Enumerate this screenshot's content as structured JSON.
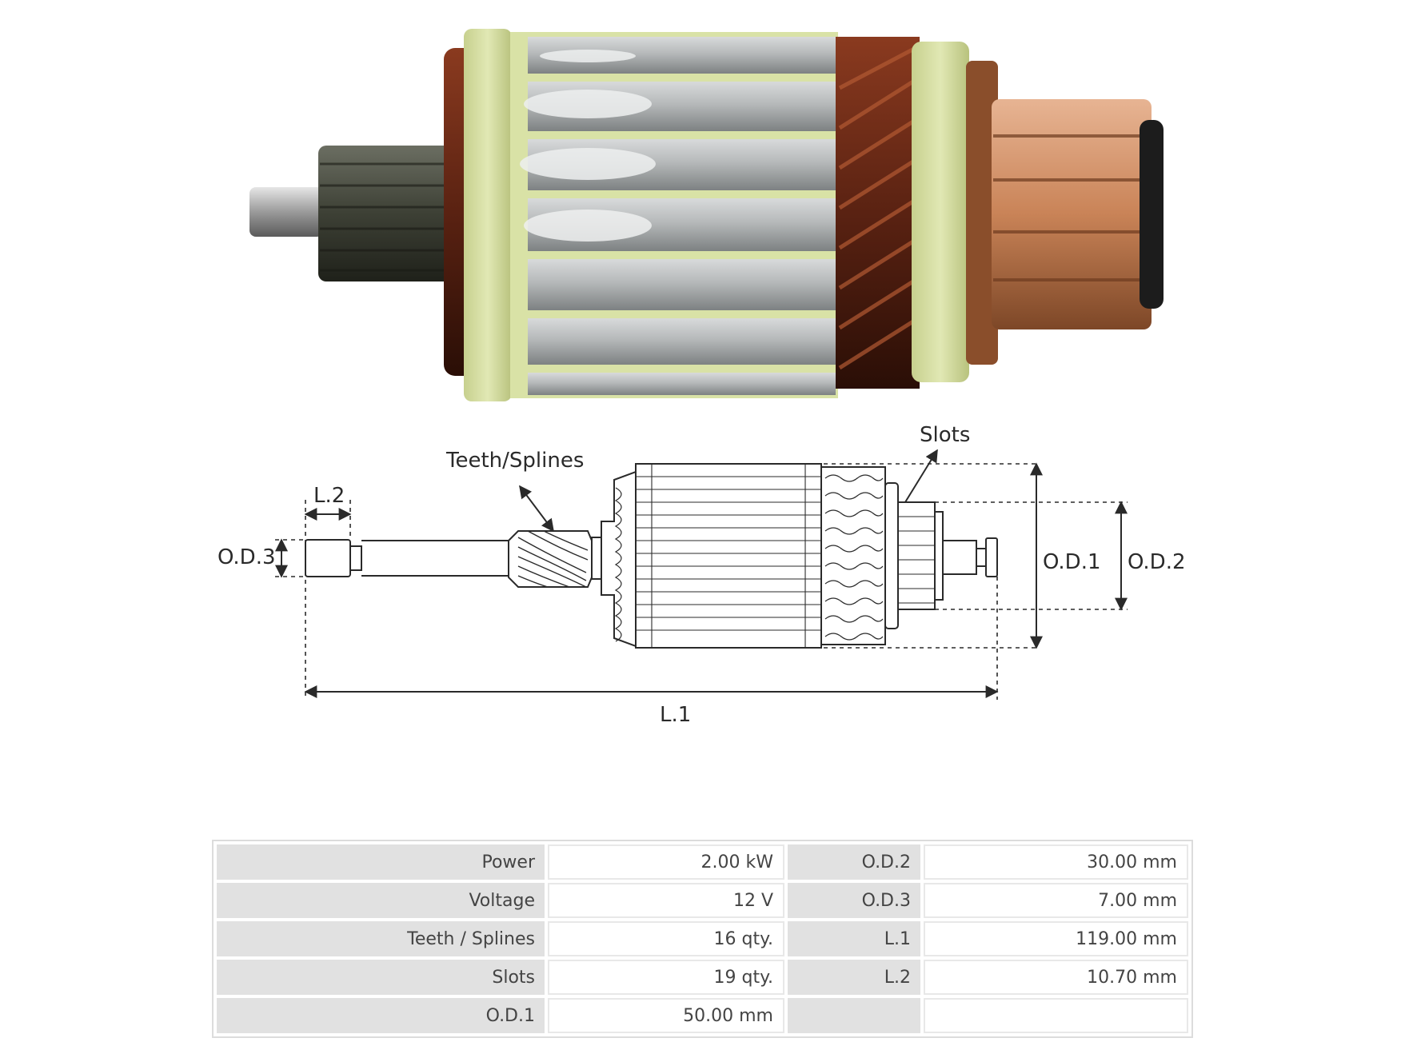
{
  "diagram": {
    "labels": {
      "teeth_splines": "Teeth/Splines",
      "slots": "Slots",
      "l2": "L.2",
      "od3": "O.D.3",
      "od1": "O.D.1",
      "od2": "O.D.2",
      "l1": "L.1"
    }
  },
  "specs": {
    "rows": [
      [
        {
          "label": "Power",
          "value": "2.00 kW"
        },
        {
          "label": "O.D.2",
          "value": "30.00 mm"
        }
      ],
      [
        {
          "label": "Voltage",
          "value": "12 V"
        },
        {
          "label": "O.D.3",
          "value": "7.00 mm"
        }
      ],
      [
        {
          "label": "Teeth / Splines",
          "value": "16 qty."
        },
        {
          "label": "L.1",
          "value": "119.00 mm"
        }
      ],
      [
        {
          "label": "Slots",
          "value": "19 qty."
        },
        {
          "label": "L.2",
          "value": "10.70 mm"
        }
      ],
      [
        {
          "label": "O.D.1",
          "value": "50.00 mm"
        },
        {
          "label": "",
          "value": ""
        }
      ]
    ]
  },
  "colors": {
    "insulation": "#d9e2a6",
    "steel": "#b9bcbd",
    "copper_commutator": "#c98357",
    "copper_winding": "#6b2a17",
    "line": "#2a2a2a"
  }
}
